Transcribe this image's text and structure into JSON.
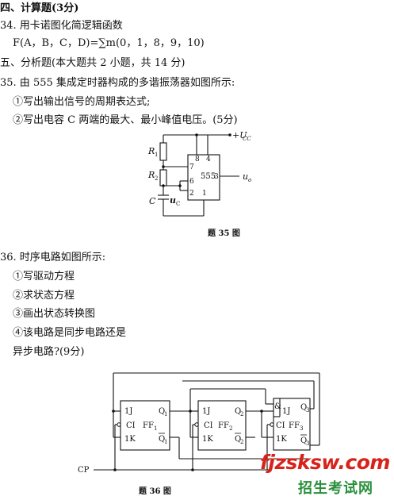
{
  "section4": {
    "heading": "四、计算题(3分)"
  },
  "q34": {
    "title": "34.  用卡诺图化简逻辑函数",
    "formula": "F(A，B，C，D)=∑m(0，1，8，9，10)"
  },
  "section5": {
    "heading": "五、分析题(本大题共 2 小题，共 14 分)"
  },
  "q35": {
    "title": "35.  由 555 集成定时器构成的多谐振荡器如图所示:",
    "item1": "①写出输出信号的周期表达式;",
    "item2": "②写出电容 C 两端的最大、最小峰值电压。(5分)",
    "figure": {
      "vcc_label": "+U",
      "vcc_sub": "CC",
      "r1_label": "R",
      "r1_sub": "1",
      "r2_label": "R",
      "r2_sub": "2",
      "c_label": "C",
      "uc_label": "u",
      "uc_sub": "C",
      "chip_label": "555",
      "pin8": "8",
      "pin4": "4",
      "pin7": "7",
      "pin6": "6",
      "pin3": "3",
      "pin2": "2",
      "pin1": "1",
      "uo_label": "u",
      "uo_sub": "o",
      "caption": "题 35 图"
    }
  },
  "q36": {
    "title": "36.  时序电路如图所示:",
    "item1": "①写驱动方程",
    "item2": "②求状态方程",
    "item3": "③画出状态转换图",
    "item4": "④该电路是同步电路还是",
    "item4_cont": "异步电路?(9分)",
    "figure": {
      "ff1": {
        "j": "1J",
        "ci": "CI",
        "k": "1K",
        "name": "FF",
        "sub": "1",
        "q": "Q",
        "qsub": "1",
        "qbar": "Q",
        "qbarsub": "1"
      },
      "ff2": {
        "j": "1J",
        "ci": "CI",
        "k": "1K",
        "name": "FF",
        "sub": "2",
        "q": "Q",
        "qsub": "2",
        "qbar": "Q",
        "qbarsub": "2"
      },
      "ff3": {
        "and": "&",
        "j": "1J",
        "ci": "CI",
        "k": "1K",
        "name": "FF",
        "sub": "3",
        "q": "Q",
        "qsub": "3",
        "qbar": "Q",
        "qbarsub": "3"
      },
      "cp_label": "CP",
      "caption": "题 36 图"
    }
  },
  "watermark": {
    "site": "fjzsksw.com",
    "tagline": "招生考试网",
    "color_primary": "#d8231a",
    "color_secondary": "#2a8f3c"
  }
}
